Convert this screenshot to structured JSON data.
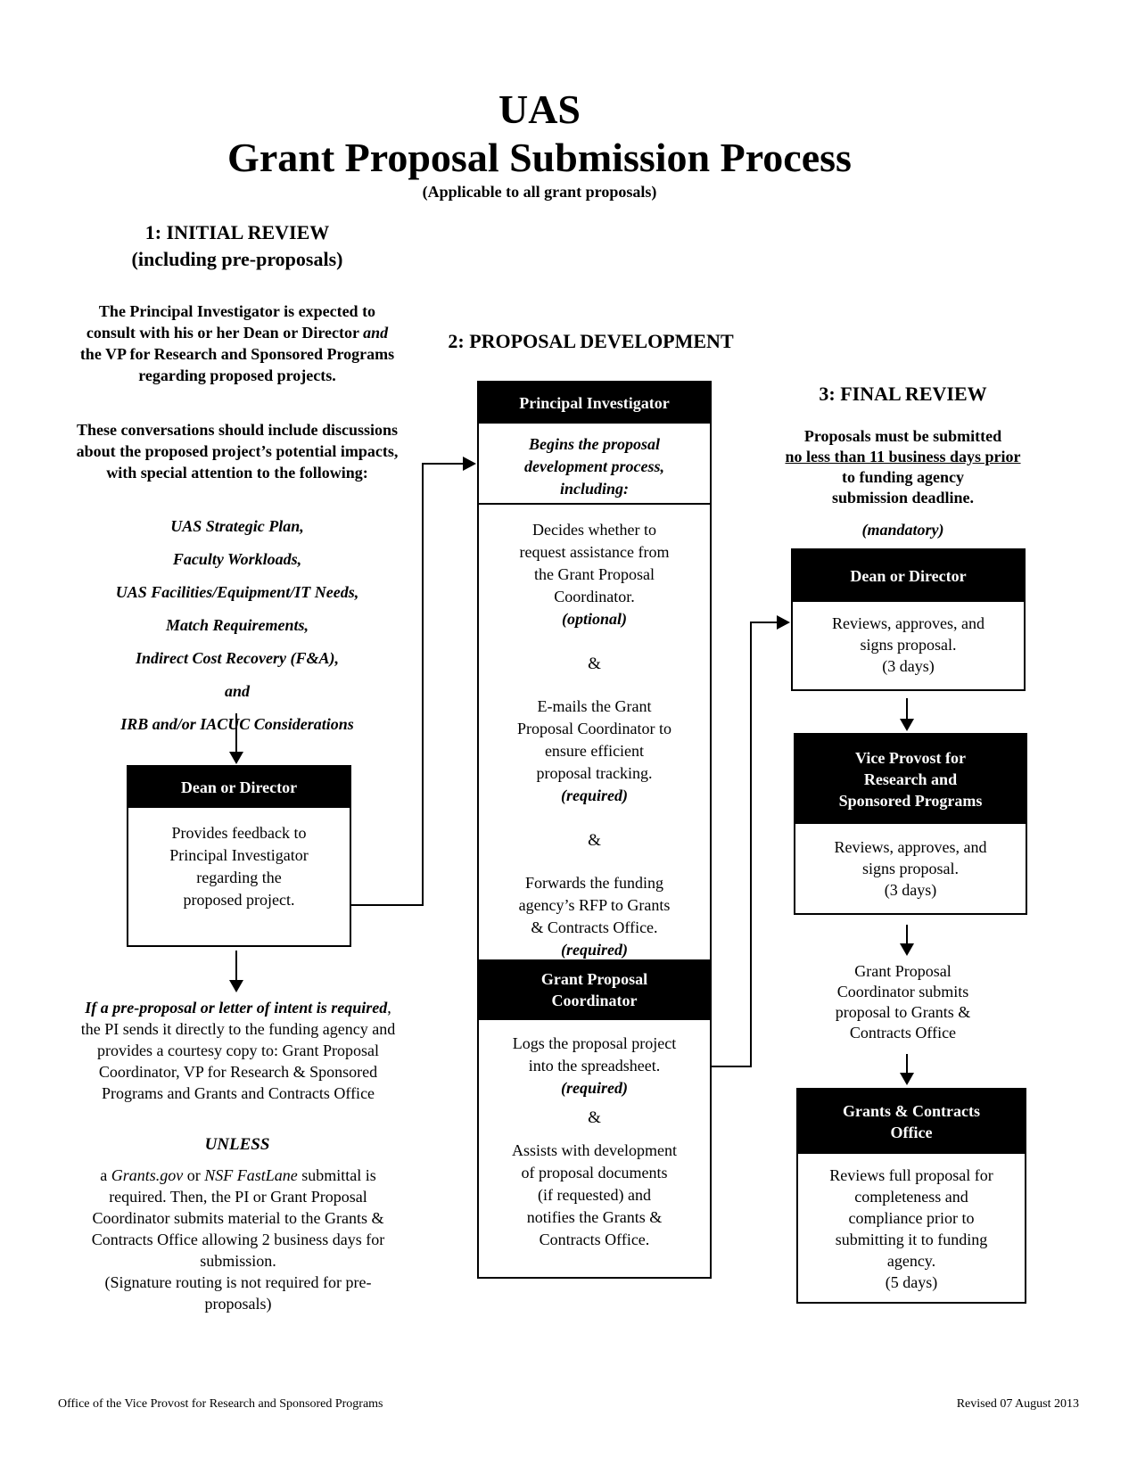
{
  "colors": {
    "page_bg": "#ffffff",
    "text": "#000000",
    "box_header_bg": "#000000",
    "box_header_text": "#ffffff"
  },
  "title": {
    "line1": "UAS",
    "line2": "Grant Proposal Submission Process",
    "subtitle": "(Applicable to all grant proposals)"
  },
  "col1": {
    "heading1": "1: INITIAL REVIEW",
    "heading2": "(including pre-proposals)",
    "para1_pre": "The Principal Investigator is expected to consult with his or her Dean or Director ",
    "para1_em": "and",
    "para1_post": " the VP for Research and Sponsored Programs regarding proposed projects.",
    "para2": "These conversations should include discussions about the proposed project’s potential impacts, with special attention to the following:",
    "list": [
      "UAS Strategic Plan,",
      "Faculty Workloads,",
      "UAS Facilities/Equipment/IT Needs,",
      "Match Requirements,",
      "Indirect Cost Recovery (F&A),",
      "and",
      "IRB and/or IACUC Considerations"
    ],
    "box": {
      "header": "Dean or Director",
      "body": "Provides feedback to\nPrincipal Investigator\nregarding the\nproposed project."
    },
    "para3_em": "If a pre-proposal or letter of intent is required",
    "para3_rest": ", the PI sends it directly to the funding agency and provides a courtesy copy to:  Grant Proposal Coordinator, VP for Research & Sponsored Programs and Grants and Contracts Office",
    "unless": "UNLESS",
    "para4_pre": "a ",
    "para4_i1": "Grants.gov",
    "para4_mid": " or ",
    "para4_i2": "NSF FastLane",
    "para4_post": " submittal is required.  Then, the PI or Grant Proposal Coordinator submits material to the Grants & Contracts Office allowing 2 business days for submission.\n(Signature routing is not required for pre-proposals)"
  },
  "col2": {
    "heading": "2: PROPOSAL DEVELOPMENT",
    "box1_header": "Principal Investigator",
    "box1_intro": "Begins the proposal\ndevelopment process,\nincluding:",
    "amp": "&",
    "step_decides": "Decides whether to\nrequest assistance from\nthe Grant Proposal\nCoordinator.",
    "step_decides_tag": "(optional)",
    "step_emails": "E-mails the Grant\nProposal Coordinator to\nensure efficient\nproposal tracking.",
    "step_emails_tag": "(required)",
    "step_forwards": "Forwards the funding\nagency’s RFP to Grants\n& Contracts Office.",
    "step_forwards_tag": "(required)",
    "box2_header": "Grant Proposal\nCoordinator",
    "step_logs": "Logs the proposal project\ninto the spreadsheet.",
    "step_logs_tag": "(required)",
    "step_assists": "Assists with development\nof proposal documents\n(if requested) and\nnotifies the Grants &\nContracts Office."
  },
  "col3": {
    "heading": "3: FINAL REVIEW",
    "notice_line1": "Proposals must be submitted",
    "notice_line2": "no less than 11 business days prior",
    "notice_line3": "to funding agency",
    "notice_line4": "submission deadline.",
    "mandatory": "(mandatory)",
    "box1": {
      "header": "Dean or Director",
      "body": "Reviews, approves, and\nsigns proposal.\n(3 days)"
    },
    "box2": {
      "header": "Vice Provost for\nResearch and\nSponsored Programs",
      "body": "Reviews, approves, and\nsigns proposal.\n(3 days)"
    },
    "mid_text": "Grant Proposal\nCoordinator submits\nproposal to Grants &\nContracts Office",
    "box3": {
      "header": "Grants & Contracts\nOffice",
      "body": "Reviews full proposal for\ncompleteness and\ncompliance prior to\nsubmitting it to funding\nagency.\n(5 days)"
    }
  },
  "footer": {
    "left": "Office of the Vice Provost for Research and Sponsored Programs",
    "right": "Revised 07 August 2013"
  }
}
